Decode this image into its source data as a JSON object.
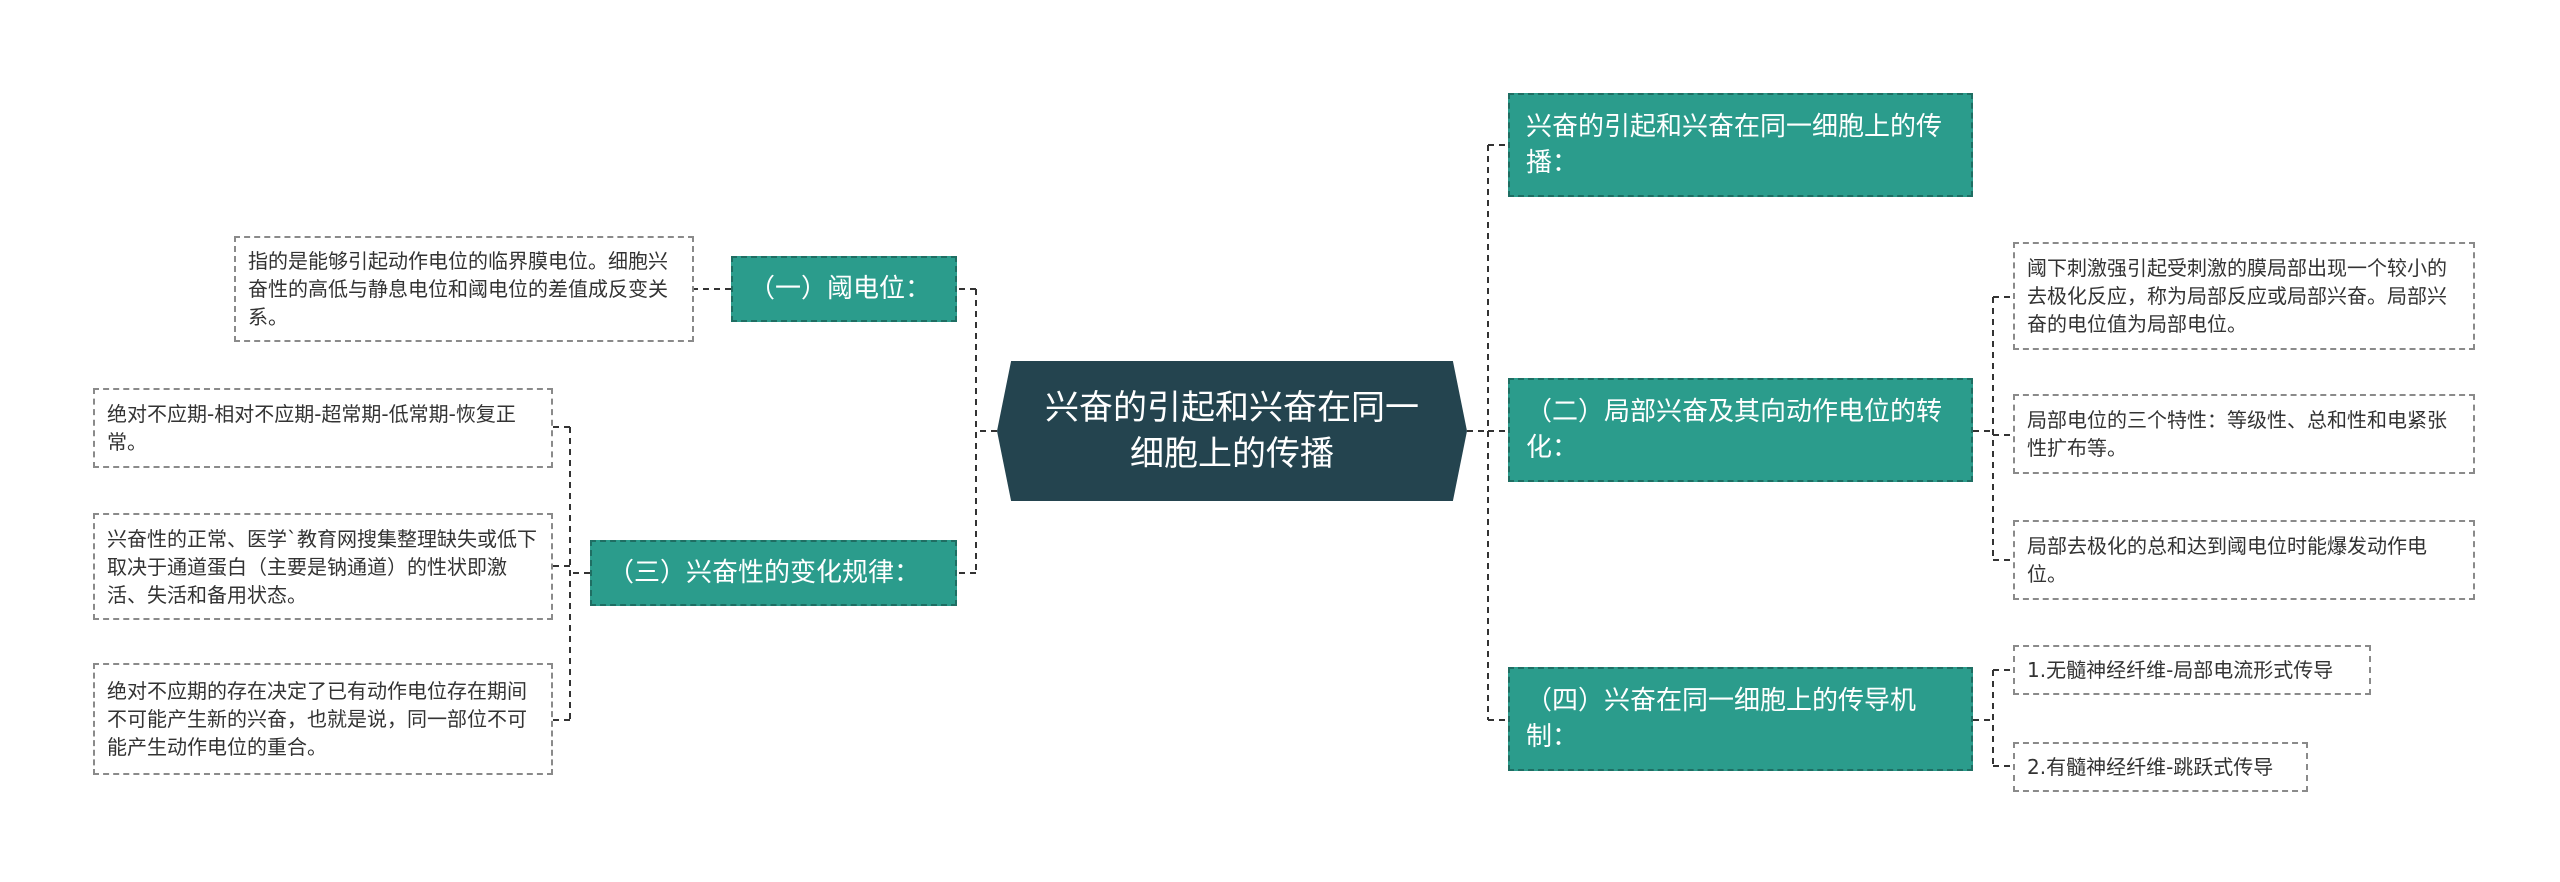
{
  "root": {
    "title": "兴奋的引起和兴奋在同一细胞上的传播"
  },
  "branches": {
    "b1": "兴奋的引起和兴奋在同一细胞上的传播：",
    "b2": "（二）局部兴奋及其向动作电位的转化：",
    "b3": "（四）兴奋在同一细胞上的传导机制：",
    "b4": "（一）阈电位：",
    "b5": "（三）兴奋性的变化规律："
  },
  "leaves": {
    "l1": "阈下刺激强引起受刺激的膜局部出现一个较小的去极化反应，称为局部反应或局部兴奋。局部兴奋的电位值为局部电位。",
    "l2": "局部电位的三个特性：等级性、总和性和电紧张性扩布等。",
    "l3": "局部去极化的总和达到阈电位时能爆发动作电位。",
    "l4": "1.无髓神经纤维-局部电流形式传导",
    "l5": "2.有髓神经纤维-跳跃式传导",
    "l6": "指的是能够引起动作电位的临界膜电位。细胞兴奋性的高低与静息电位和阈电位的差值成反变关系。",
    "l7": "绝对不应期-相对不应期-超常期-低常期-恢复正常。",
    "l8": "兴奋性的正常、医学`教育网搜集整理缺失或低下取决于通道蛋白（主要是钠通道）的性状即激活、失活和备用状态。",
    "l9": "绝对不应期的存在决定了已有动作电位存在期间不可能产生新的兴奋，也就是说，同一部位不可能产生动作电位的重合。"
  },
  "colors": {
    "root_bg": "#24444f",
    "branch_bg": "#2b9c8c",
    "connector": "#333333"
  }
}
